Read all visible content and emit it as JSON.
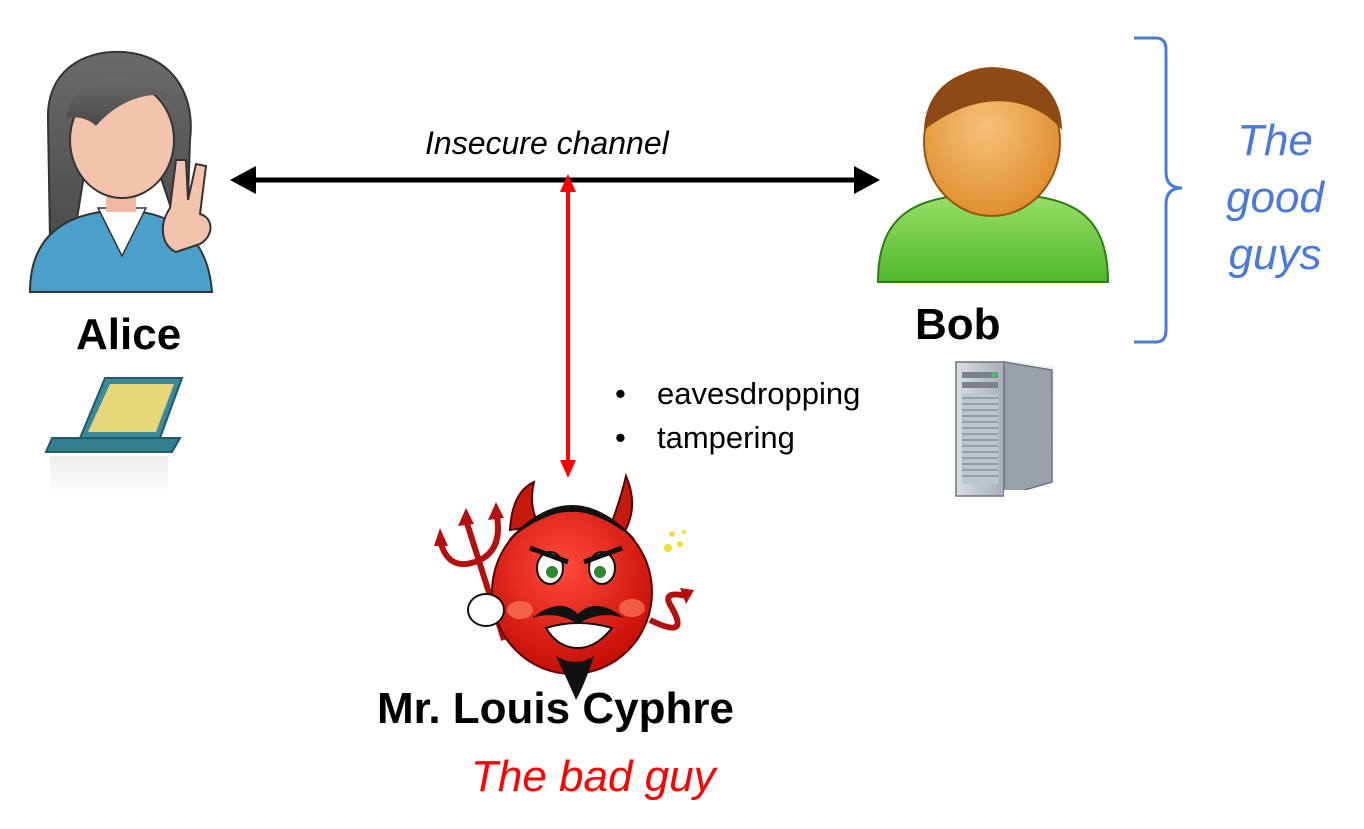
{
  "channel": {
    "label": "Insecure channel"
  },
  "alice": {
    "name": "Alice",
    "icon": "laptop-icon"
  },
  "bob": {
    "name": "Bob",
    "icon": "server-icon"
  },
  "villain": {
    "name": "Mr. Louis Cyphre",
    "role": "The bad guy",
    "icon": "devil-icon"
  },
  "good_guys": {
    "lines": [
      "The",
      "good",
      "guys"
    ]
  },
  "threats": [
    "eavesdropping",
    "tampering"
  ],
  "colors": {
    "good": "#4a7bd8",
    "bad": "#ff0000",
    "channel": "#000000",
    "attack": "#ff0000"
  }
}
